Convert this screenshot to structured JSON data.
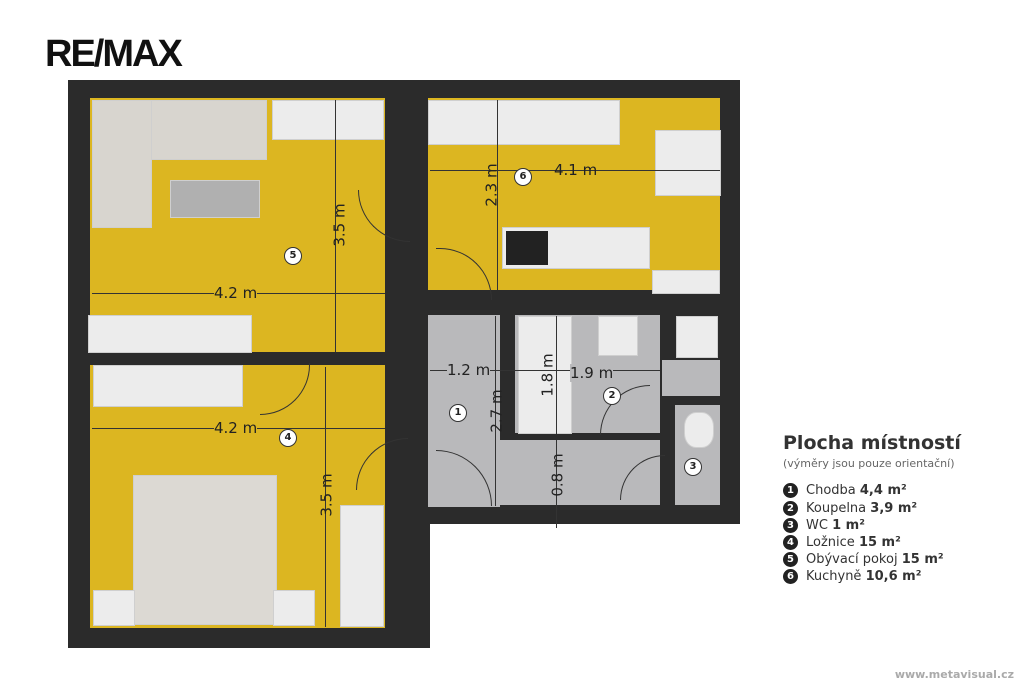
{
  "logo": "RE/MAX",
  "dimensions": {
    "kitchen_width": "4.1 m",
    "kitchen_height": "2.3 m",
    "living_height": "3.5 m",
    "living_width": "4.2 m",
    "hall_width": "1.2 m",
    "bath_tub": "1.8 m",
    "bath_width": "1.9 m",
    "hall_length": "2.7 m",
    "bedroom_width": "4.2 m",
    "bedroom_height": "3.5 m",
    "corridor_width": "0.8 m"
  },
  "room_numbers": {
    "kitchen": "6",
    "living": "5",
    "hall": "1",
    "bath": "2",
    "bedroom": "4",
    "wc": "3"
  },
  "legend": {
    "title": "Plocha místností",
    "subtitle": "(výměry jsou pouze orientační)",
    "items": [
      {
        "num": "1",
        "name": "Chodba",
        "area": "4,4 m²"
      },
      {
        "num": "2",
        "name": "Koupelna",
        "area": "3,9 m²"
      },
      {
        "num": "3",
        "name": "WC",
        "area": "1 m²"
      },
      {
        "num": "4",
        "name": "Ložnice",
        "area": "15 m²"
      },
      {
        "num": "5",
        "name": "Obývací pokoj",
        "area": "15 m²"
      },
      {
        "num": "6",
        "name": "Kuchyně",
        "area": "10,6 m²"
      }
    ]
  },
  "website": "www.metavisual.cz"
}
